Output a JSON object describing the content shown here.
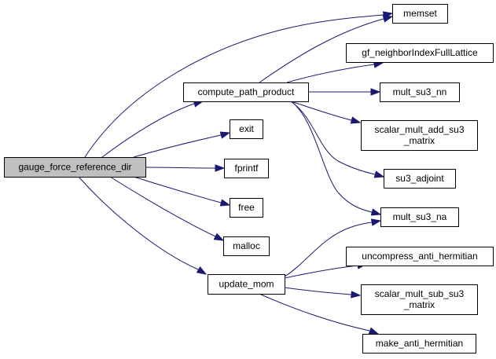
{
  "diagram": {
    "type": "call-graph",
    "root": "gauge_force_reference_dir",
    "nodes": [
      {
        "id": "root",
        "lines": [
          "gauge_force_reference_dir"
        ],
        "highlighted": true
      },
      {
        "id": "compute_path_product",
        "lines": [
          "compute_path_product"
        ]
      },
      {
        "id": "exit",
        "lines": [
          "exit"
        ]
      },
      {
        "id": "fprintf",
        "lines": [
          "fprintf"
        ]
      },
      {
        "id": "free",
        "lines": [
          "free"
        ]
      },
      {
        "id": "malloc",
        "lines": [
          "malloc"
        ]
      },
      {
        "id": "update_mom",
        "lines": [
          "update_mom"
        ]
      },
      {
        "id": "memset",
        "lines": [
          "memset"
        ]
      },
      {
        "id": "gf_neighborIndexFullLattice",
        "lines": [
          "gf_neighborIndexFullLattice"
        ]
      },
      {
        "id": "mult_su3_nn",
        "lines": [
          "mult_su3_nn"
        ]
      },
      {
        "id": "scalar_mult_add_su3_matrix",
        "lines": [
          "scalar_mult_add_su3",
          "_matrix"
        ]
      },
      {
        "id": "su3_adjoint",
        "lines": [
          "su3_adjoint"
        ]
      },
      {
        "id": "mult_su3_na",
        "lines": [
          "mult_su3_na"
        ]
      },
      {
        "id": "uncompress_anti_hermitian",
        "lines": [
          "uncompress_anti_hermitian"
        ]
      },
      {
        "id": "scalar_mult_sub_su3_matrix",
        "lines": [
          "scalar_mult_sub_su3",
          "_matrix"
        ]
      },
      {
        "id": "make_anti_hermitian",
        "lines": [
          "make_anti_hermitian"
        ]
      }
    ],
    "edges": [
      {
        "from": "root",
        "to": "memset"
      },
      {
        "from": "root",
        "to": "compute_path_product"
      },
      {
        "from": "root",
        "to": "exit"
      },
      {
        "from": "root",
        "to": "fprintf"
      },
      {
        "from": "root",
        "to": "free"
      },
      {
        "from": "root",
        "to": "malloc"
      },
      {
        "from": "root",
        "to": "update_mom"
      },
      {
        "from": "compute_path_product",
        "to": "memset"
      },
      {
        "from": "compute_path_product",
        "to": "gf_neighborIndexFullLattice"
      },
      {
        "from": "compute_path_product",
        "to": "mult_su3_nn"
      },
      {
        "from": "compute_path_product",
        "to": "scalar_mult_add_su3_matrix"
      },
      {
        "from": "compute_path_product",
        "to": "su3_adjoint"
      },
      {
        "from": "compute_path_product",
        "to": "mult_su3_na"
      },
      {
        "from": "update_mom",
        "to": "mult_su3_na"
      },
      {
        "from": "update_mom",
        "to": "uncompress_anti_hermitian"
      },
      {
        "from": "update_mom",
        "to": "scalar_mult_sub_su3_matrix"
      },
      {
        "from": "update_mom",
        "to": "make_anti_hermitian"
      }
    ],
    "colors": {
      "edge": "#191970",
      "root_fill": "#bfbfbf",
      "node_fill": "#ffffff",
      "node_border": "#000000"
    }
  }
}
